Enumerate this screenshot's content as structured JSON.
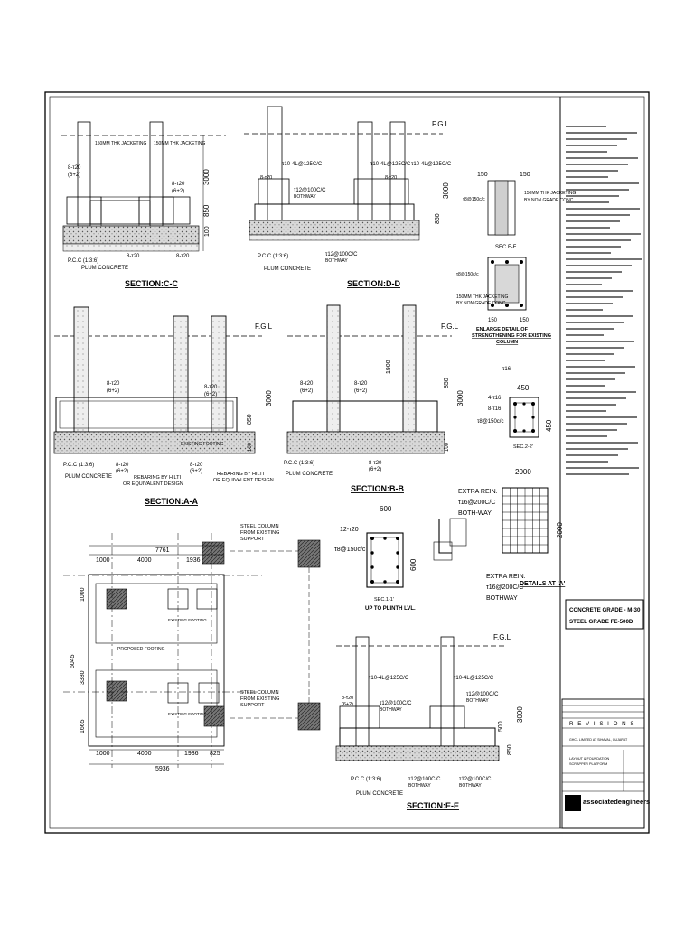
{
  "sections": {
    "cc": "SECTION:C-C",
    "dd": "SECTION:D-D",
    "aa": "SECTION:A-A",
    "bb": "SECTION:B-B",
    "ee": "SECTION:E-E"
  },
  "labels": {
    "fgl": "F.G.L",
    "pcc": "P.C.C (1:3:6)",
    "plum": "PLUM CONCRETE",
    "bars_8_20": "8-τ20",
    "sub_6_2": "(6+2)",
    "bars_12_20": "12-τ20",
    "stirrup_150": "τ8@150c/c",
    "stirrup_10_125": "τ10-4L@125C/C",
    "bars_12_100": "τ12@100C/C",
    "bothway": "BOTHWAY",
    "existing_footing": "EXISTING FOOTING",
    "proposed_footing": "PROPOSED FOOTING",
    "rebaring": "REBARING BY HILTI",
    "rebaring2": "OR EQUIVALENT DESIGN",
    "jacketing": "150MM THK JACKETING",
    "by_grout": "BY NON GRADE CONC.",
    "enlarge1": "ENLARGE DETAIL OF",
    "enlarge2": "STRENGTHENING FOR EXISTING",
    "enlarge3": "COLUMN",
    "sec_f_f": "SEC.F-F",
    "sec_2_2": "SEC.2-2'",
    "sec_1_1": "SEC.1-1'",
    "up_to_plinth": "UP TO PLINTH LVL.",
    "extra_rein": "EXTRA REIN.",
    "extra_rein_val": "τ16@200C/C",
    "bothway2": "BOTH-WAY",
    "details_a": "DETAILS AT 'A'",
    "steel_column": "STEEL COLUMN",
    "from_existing": "FROM EXISTING",
    "support": "SUPPORT",
    "bars_4_16": "4-τ16",
    "bars_8_16": "8-τ16",
    "phi16": "τ16"
  },
  "dims": {
    "d7761": "7761",
    "d1000": "1000",
    "d4000": "4000",
    "d1936": "1936",
    "d825": "825",
    "d5936": "5936",
    "d600": "600",
    "d450": "450",
    "d2000": "2000",
    "d3000": "3000",
    "d850": "850",
    "d100": "100",
    "d150": "150",
    "d1665": "1665",
    "d3380": "3380",
    "d6045": "6045",
    "d1900": "1900",
    "d500": "500"
  },
  "grades": {
    "concrete": "CONCRETE GRADE - M-30",
    "steel": "STEEL GRADE FE-500D"
  },
  "title_block": {
    "revisions": "R E V I S I O N S",
    "title": "LAYOUT & FOUNDATION",
    "subtitle": "SCRAPPER PLATFORM",
    "client": "GHCL LIMITED AT SIHAVAL, GUJARAT",
    "company": "associatedengineers"
  }
}
